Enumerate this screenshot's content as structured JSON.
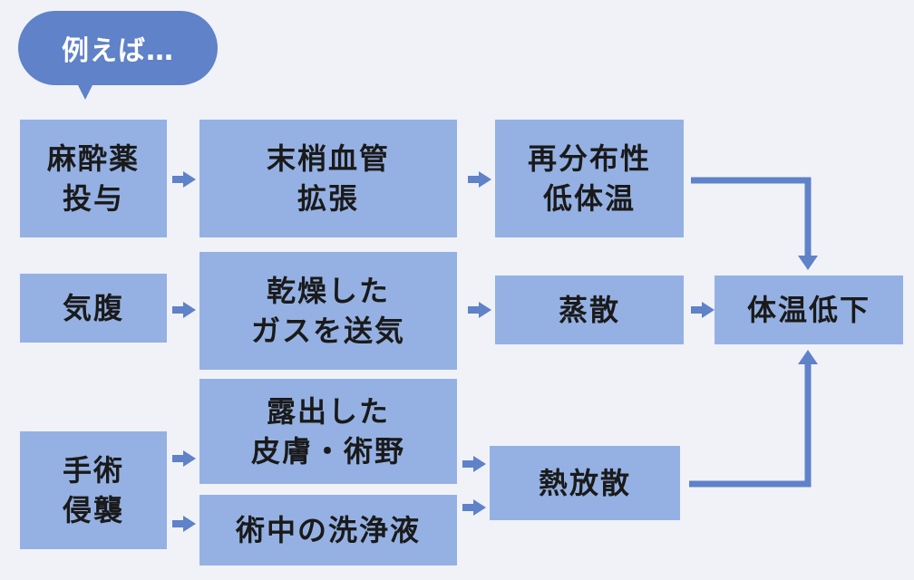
{
  "bubble": {
    "label": "例えば…"
  },
  "causes": {
    "anesthesia": {
      "line1": "麻酔薬",
      "line2": "投与"
    },
    "pneumoperitoneum": {
      "line1": "気腹"
    },
    "surgery": {
      "line1": "手術",
      "line2": "侵襲"
    }
  },
  "mechanisms": {
    "vasodilation": {
      "line1": "末梢血管",
      "line2": "拡張"
    },
    "dry_gas": {
      "line1": "乾燥した",
      "line2": "ガスを送気"
    },
    "exposed_skin": {
      "line1": "露出した",
      "line2": "皮膚・術野"
    },
    "irrigation": {
      "line1": "術中の洗浄液"
    }
  },
  "results": {
    "redistribution": {
      "line1": "再分布性",
      "line2": "低体温"
    },
    "evaporation": {
      "line1": "蒸散"
    },
    "heat_loss": {
      "line1": "熱放散"
    }
  },
  "outcome": {
    "label": "体温低下"
  },
  "colors": {
    "background": "#f0f2f8",
    "box": "#95b1e3",
    "accent": "#5f82c8",
    "text": "#1a1a1a"
  }
}
